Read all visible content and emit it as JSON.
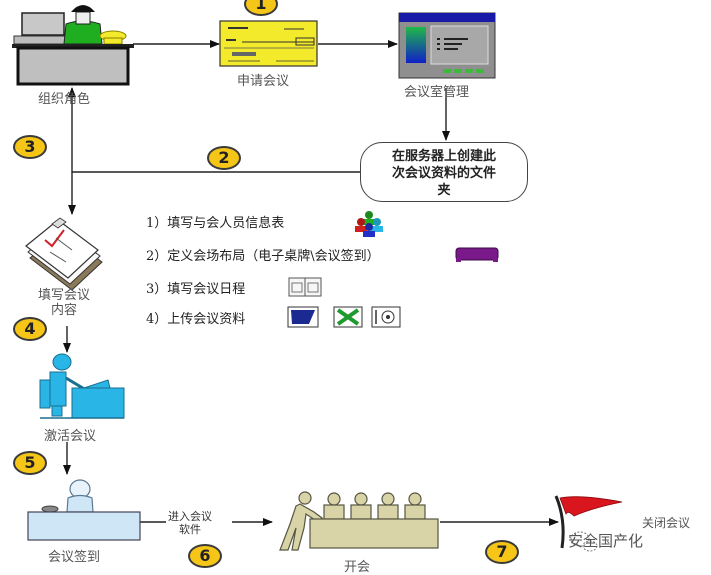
{
  "diagram": {
    "nodes": {
      "organizer": {
        "label": "组织角色"
      },
      "apply_meeting": {
        "label": "申请会议"
      },
      "meeting_room_mgmt": {
        "label": "会议室管理"
      },
      "create_folder": {
        "label_lines": [
          "在服务器上创建此",
          "次会议资料的文件",
          "夹"
        ]
      },
      "fill_content": {
        "label_lines": [
          "填写会议",
          "内容"
        ]
      },
      "activate": {
        "label": "激活会议"
      },
      "checkin": {
        "label": "会议签到"
      },
      "meeting": {
        "label": "开会"
      },
      "close": {
        "label": "关闭会议"
      }
    },
    "edge_labels": {
      "enter_software": {
        "lines": [
          "进入会议",
          "软件"
        ]
      }
    },
    "badges": [
      "1",
      "2",
      "3",
      "4",
      "5",
      "6",
      "7"
    ],
    "steps": [
      {
        "text": "1）填写与会人员信息表",
        "icon": "people-group-icon"
      },
      {
        "text": "2）定义会场布局（电子桌牌\\会议签到）",
        "icon": "purple-table-icon"
      },
      {
        "text": "3）填写会议日程",
        "icon": "schedule-book-icon"
      },
      {
        "text": "4）上传会议资料",
        "icons": [
          "word-doc-icon",
          "excel-doc-icon",
          "media-file-icon"
        ]
      }
    ],
    "colors": {
      "badge_fill": "#f5c518",
      "doc_yellow": "#f2ea2a",
      "screen_blue": "#1a1aa8",
      "person_green": "#1fae1f",
      "cyan": "#29b6e6",
      "checkin_blue": "#cfe6f7",
      "meeting_tan": "#d9d3a8",
      "flag_red": "#d9161d",
      "purple": "#7a1a8a"
    }
  },
  "watermark": {
    "text": "安全国产化"
  }
}
